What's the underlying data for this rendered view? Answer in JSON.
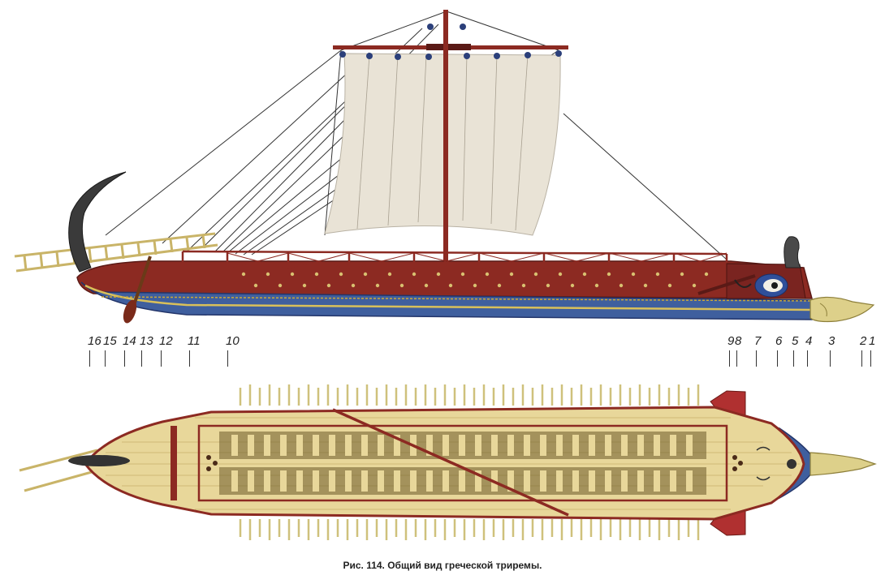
{
  "callouts": [
    "16",
    "15",
    "14",
    "13",
    "12",
    "11",
    "10",
    "9",
    "8",
    "7",
    "6",
    "5",
    "4",
    "3",
    "2",
    "1"
  ],
  "caption": "Рис. 114. Общий вид греческой триремы.",
  "colors": {
    "hull_red": "#8c2a22",
    "hull_blue": "#3f5f9e",
    "wood": "#e8d79a",
    "sail": "#e9e3d6",
    "rigging": "#333333",
    "ram_gold": "#d8c878"
  },
  "views": {
    "side": "side-view",
    "top": "top-view"
  }
}
